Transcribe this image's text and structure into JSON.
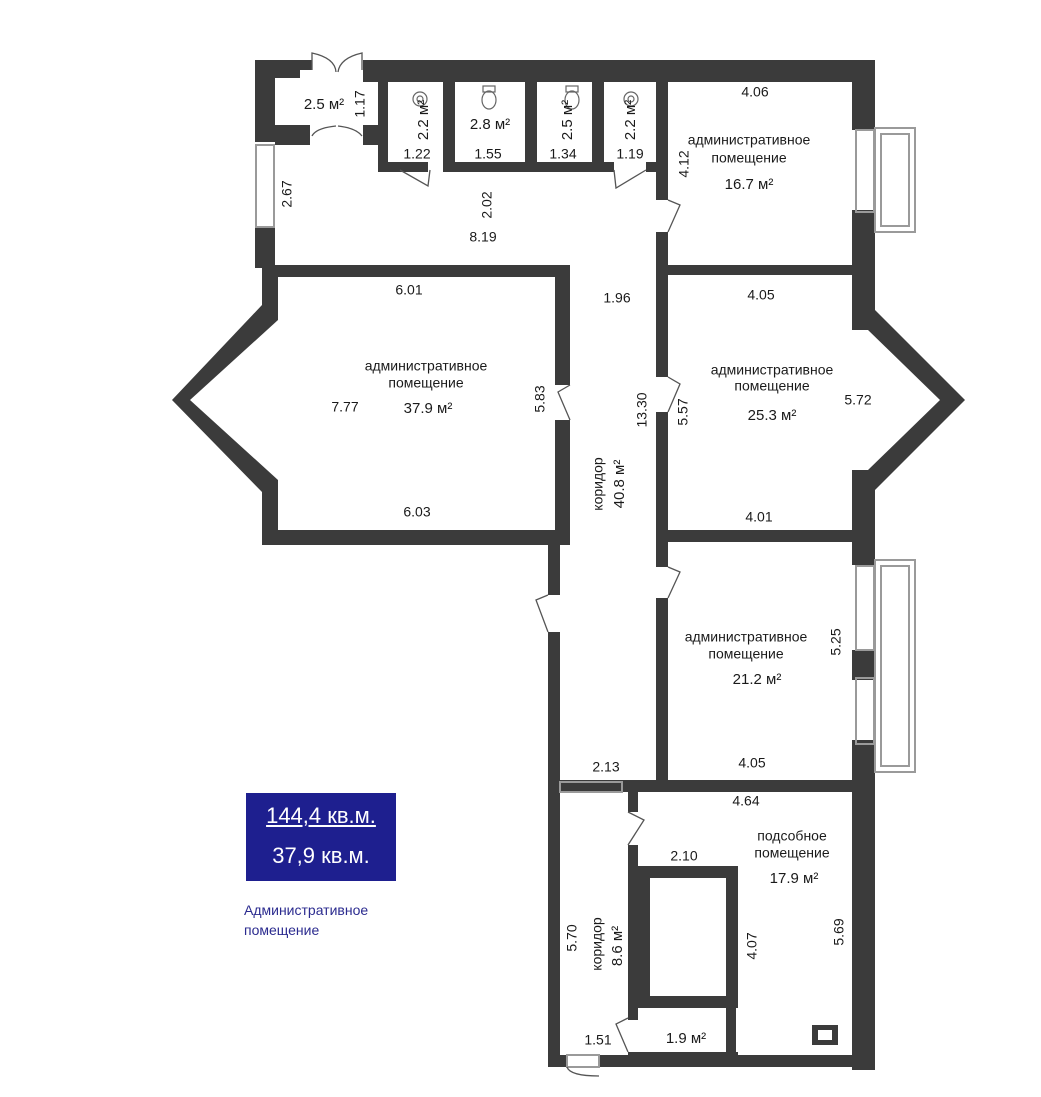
{
  "summary": {
    "total_area": "144,4 кв.м.",
    "office_area": "37,9 кв.м.",
    "caption_line1": "Административное",
    "caption_line2": "помещение"
  },
  "rooms": {
    "vestibule": {
      "area": "2.5 м²"
    },
    "wc1": {
      "area": "2.2 м²"
    },
    "wc2": {
      "area": "2.8 м²"
    },
    "wc3": {
      "area": "2.5 м²"
    },
    "wc4": {
      "area": "2.2 м²"
    },
    "office_top_right": {
      "title1": "административное",
      "title2": "помещение",
      "area": "16.7 м²"
    },
    "office_big": {
      "title1": "административное",
      "title2": "помещение",
      "area": "37.9 м²"
    },
    "office_mid_right": {
      "title1": "административное",
      "title2": "помещение",
      "area": "25.3 м²"
    },
    "office_low_right": {
      "title1": "административное",
      "title2": "помещение",
      "area": "21.2 м²"
    },
    "utility": {
      "title1": "подсобное",
      "title2": "помещение",
      "area": "17.9 м²"
    },
    "corridor_main": {
      "name": "коридор",
      "area": "40.8 м²"
    },
    "corridor_small": {
      "name": "коридор",
      "area": "8.6 м²"
    },
    "storage": {
      "area": "1.9 м²"
    }
  },
  "dimensions": {
    "d_1_17": "1.17",
    "d_1_22": "1.22",
    "d_1_55": "1.55",
    "d_1_34": "1.34",
    "d_1_19": "1.19",
    "d_2_67": "2.67",
    "d_2_02": "2.02",
    "d_8_19": "8.19",
    "d_4_06": "4.06",
    "d_4_12": "4.12",
    "d_6_01": "6.01",
    "d_7_77": "7.77",
    "d_5_83": "5.83",
    "d_6_03": "6.03",
    "d_1_96": "1.96",
    "d_13_30": "13.30",
    "d_4_05a": "4.05",
    "d_5_57": "5.57",
    "d_5_72": "5.72",
    "d_4_01": "4.01",
    "d_5_25": "5.25",
    "d_4_05b": "4.05",
    "d_2_13": "2.13",
    "d_4_64": "4.64",
    "d_2_10": "2.10",
    "d_5_70": "5.70",
    "d_4_07": "4.07",
    "d_5_69": "5.69",
    "d_1_51": "1.51"
  },
  "colors": {
    "wall": "#3b3b3b",
    "stats_bg": "#1e1f8f",
    "caption": "#2b2b8f"
  }
}
